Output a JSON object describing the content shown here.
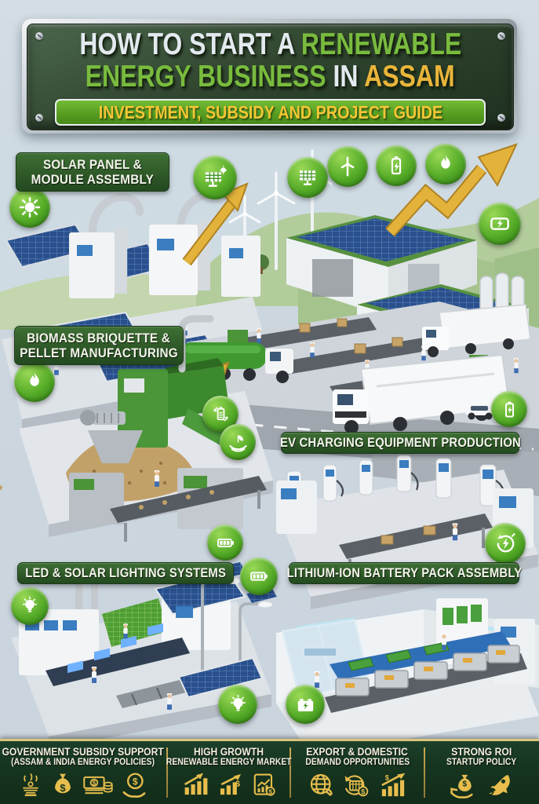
{
  "header": {
    "title_part1": "HOW TO START A",
    "title_part2": "RENEWABLE",
    "title_part3": "ENERGY BUSINESS",
    "title_part4": "IN",
    "title_part5": "ASSAM",
    "subtitle": "INVESTMENT, SUBSIDY AND PROJECT GUIDE"
  },
  "sections": [
    {
      "id": "solar",
      "label_line1": "SOLAR PANEL &",
      "label_line2": "MODULE ASSEMBLY"
    },
    {
      "id": "biomass",
      "label_line1": "BIOMASS BRIQUETTE &",
      "label_line2": "PELLET MANUFACTURING"
    },
    {
      "id": "ev",
      "label": "EV CHARGING EQUIPMENT PRODUCTION"
    },
    {
      "id": "led",
      "label": "LED & SOLAR LIGHTING SYSTEMS"
    },
    {
      "id": "lithium",
      "label": "LITHIUM-ION BATTERY PACK ASSEMBLY"
    }
  ],
  "scene_icons": [
    "sun-icon",
    "solar-panel-sun-icon",
    "solar-panel-icon",
    "wind-turbine-icon",
    "battery-bolt-icon",
    "flame-icon",
    "battery-square-icon",
    "flame-biomass-icon",
    "battery-recycle-icon",
    "leaf-hands-icon",
    "battery-icon",
    "bolt-plug-icon",
    "battery-horizontal-icon",
    "battery-horizontal-icon-2",
    "lightbulb-icon",
    "lightbulb-icon-2",
    "car-battery-icon"
  ],
  "footer": {
    "columns": [
      {
        "title_line1": "GOVERNMENT SUBSIDY SUPPORT",
        "title_line2": "(ASSAM & INDIA ENERGY POLICIES)",
        "icons": [
          "ashoka-emblem-icon",
          "money-bag-icon",
          "cash-stack-icon",
          "hand-coin-icon"
        ]
      },
      {
        "title_line1": "HIGH GROWTH",
        "title_line2": "RENEWABLE ENERGY MARKET",
        "icons": [
          "growth-chart-icon",
          "dollar-growth-chart-icon",
          "report-chart-icon"
        ]
      },
      {
        "title_line1": "EXPORT & DOMESTIC",
        "title_line2": "DEMAND OPPORTUNITIES",
        "icons": [
          "globe-icon",
          "market-coin-icon",
          "trend-chart-icon"
        ]
      },
      {
        "title_line1": "STRONG ROI",
        "title_line2": "STARTUP POLICY",
        "icons": [
          "hand-money-bag-icon",
          "rocket-icon"
        ]
      }
    ]
  },
  "glyphs": {
    "dollar": "$"
  },
  "colors": {
    "background": "#ccd6df",
    "label_green": "#2b5325",
    "icon_green": "#3f9320",
    "title_green": "#79bb3e",
    "title_silver": "#e3eaef",
    "title_gold": "#eab53a",
    "subtitle_gold": "#f4c635",
    "arrow_gold": "#e2b23b",
    "footer_green": "#16351f",
    "footer_gold": "#e7bd4d"
  }
}
